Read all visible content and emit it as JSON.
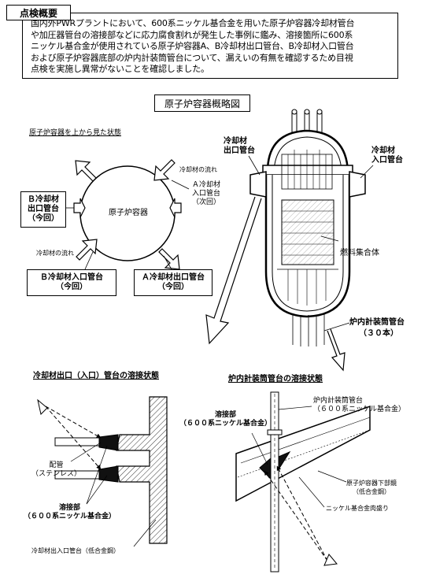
{
  "header": {
    "label": "点検概要"
  },
  "summary": {
    "lines": [
      "国内外PWRプラントにおいて、600系ニッケル基合金を用いた原子炉容器冷却材管台",
      "や加圧器管台の溶接部などに応力腐食割れが発生した事例に鑑み、溶接箇所に600系",
      "ニッケル基合金が使用されている原子炉容器A、B冷却材出口管台、B冷却材入口管台",
      "および原子炉容器底部の炉内計装筒管台について、漏えいの有無を確認するため目視",
      "点検を実施し異常がないことを確認しました。"
    ]
  },
  "overview": {
    "title": "原子炉容器概略図",
    "top_view_title": "原子炉容器を上から見た状態",
    "vessel_label": "原子炉容器",
    "flow_label_top": "冷却材の流れ",
    "flow_label_bottom": "冷却材の流れ",
    "a_inlet": [
      "Ａ冷却材",
      "入口管台",
      "（次回）"
    ],
    "b_outlet": [
      "Ｂ冷却材",
      "出口管台",
      "（今回）"
    ],
    "b_inlet": [
      "Ｂ冷却材入口管台",
      "（今回）"
    ],
    "a_outlet": [
      "Ａ冷却材出口管台",
      "（今回）"
    ]
  },
  "section": {
    "outlet_nozzle": [
      "冷却材",
      "出口管台"
    ],
    "inlet_nozzle": [
      "冷却材",
      "入口管台"
    ],
    "fuel": "燃料集合体",
    "instr_tube": "炉内計装筒管台",
    "instr_count": "（３０本）"
  },
  "weld_nozzle": {
    "title": "冷却材出口（入口）管台の溶接状態",
    "pipe": [
      "配管",
      "（ステンレス）"
    ],
    "weld": [
      "溶接部",
      "（６００系ニッケル基合金）"
    ],
    "nozzle": "冷却材出入口管台（低合金鋼）"
  },
  "weld_instr": {
    "title": "炉内計装筒管台の溶接状態",
    "tube": [
      "炉内計装筒管台",
      "（６００系ニッケル基合金）"
    ],
    "weld": [
      "溶接部",
      "（６００系ニッケル基合金）"
    ],
    "lower_head": [
      "原子炉容器下部鏡",
      "（低合金鋼）"
    ],
    "buttering": "ニッケル基合金肉盛り"
  }
}
